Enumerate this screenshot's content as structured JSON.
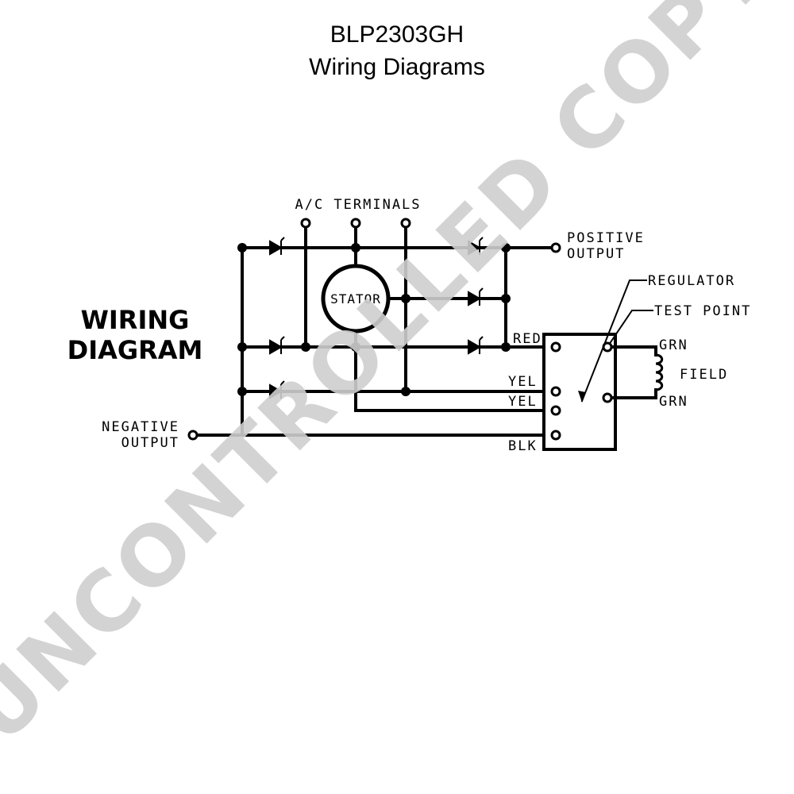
{
  "header": {
    "model": "BLP2303GH",
    "title": "Wiring Diagrams"
  },
  "diagram": {
    "heading_line1": "WIRING",
    "heading_line2": "DIAGRAM",
    "ac_terminals": "A/C TERMINALS",
    "stator": "STATOR",
    "positive_line1": "POSITIVE",
    "positive_line2": "OUTPUT",
    "negative_line1": "NEGATIVE",
    "negative_line2": "OUTPUT",
    "regulator": "REGULATOR",
    "test_point": "TEST POINT",
    "field": "FIELD",
    "wire_red": "RED",
    "wire_yel_1": "YEL",
    "wire_yel_2": "YEL",
    "wire_blk": "BLK",
    "wire_grn_top": "GRN",
    "wire_grn_bottom": "GRN"
  },
  "watermark": {
    "text": "UNCONTROLLED COPY",
    "color": "#cfcfcf"
  },
  "colors": {
    "line": "#000000",
    "background": "#ffffff"
  }
}
